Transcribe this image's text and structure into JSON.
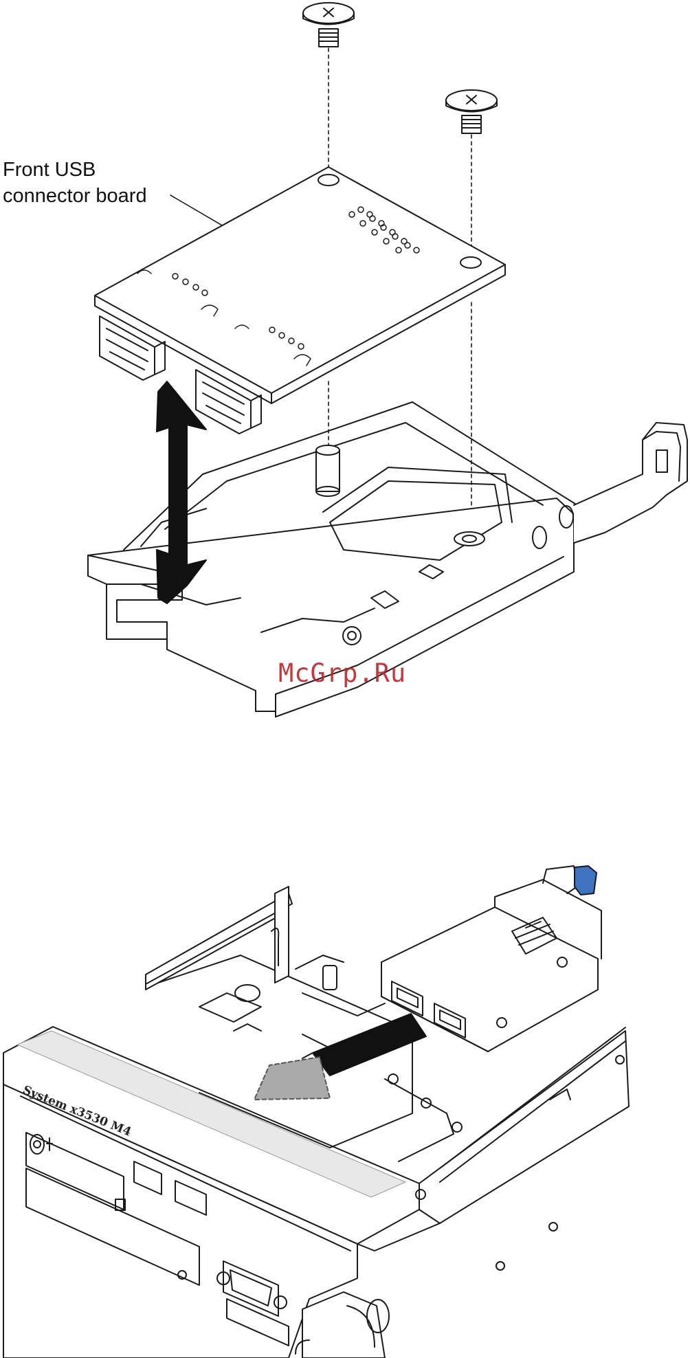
{
  "callouts": {
    "board_label": "Front USB\nconnector board"
  },
  "watermark": "McGrp.Ru",
  "server": {
    "bezel_text": "System x3530 M4"
  },
  "colors": {
    "line": "#1a1a1a",
    "arrow": "#111111",
    "insert_arrow": "#aaaaaa",
    "release_tab": "#3f72c1",
    "watermark": "#c0272d"
  }
}
